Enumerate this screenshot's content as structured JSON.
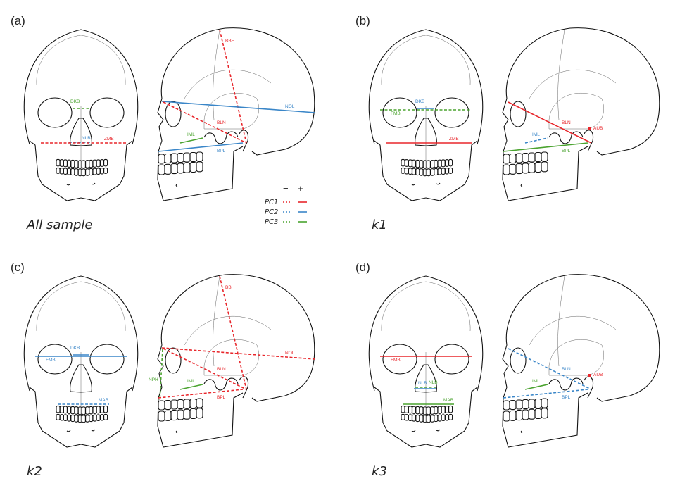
{
  "colors": {
    "PC1": "#e8262b",
    "PC2": "#3a86c8",
    "PC3": "#4aa32f"
  },
  "legend": {
    "minus": "−",
    "plus": "+",
    "rows": [
      {
        "pc": "PC1",
        "label": "PC1"
      },
      {
        "pc": "PC2",
        "label": "PC2"
      },
      {
        "pc": "PC3",
        "label": "PC3"
      }
    ]
  },
  "panels": [
    {
      "letter": "(a)",
      "caption": "All sample",
      "show_legend": true,
      "measurements": [
        {
          "label": "DKB",
          "view": "front",
          "pc": "PC3",
          "sign": "-"
        },
        {
          "label": "NLB",
          "view": "front",
          "pc": "PC2",
          "sign": "-"
        },
        {
          "label": "ZMB",
          "view": "front",
          "pc": "PC1",
          "sign": "-"
        },
        {
          "label": "BBH",
          "view": "lateral",
          "pc": "PC1",
          "sign": "-"
        },
        {
          "label": "NOL",
          "view": "lateral",
          "pc": "PC2",
          "sign": "+"
        },
        {
          "label": "BLN",
          "view": "lateral",
          "pc": "PC1",
          "sign": "-"
        },
        {
          "label": "IML",
          "view": "lateral",
          "pc": "PC3",
          "sign": "+"
        },
        {
          "label": "BPL",
          "view": "lateral",
          "pc": "PC2",
          "sign": "+"
        }
      ]
    },
    {
      "letter": "(b)",
      "caption": "k1",
      "show_legend": false,
      "measurements": [
        {
          "label": "DKB",
          "view": "front",
          "pc": "PC2",
          "sign": "+"
        },
        {
          "label": "FMB",
          "view": "front",
          "pc": "PC3",
          "sign": "-"
        },
        {
          "label": "ZMB",
          "view": "front",
          "pc": "PC1",
          "sign": "+"
        },
        {
          "label": "BLN",
          "view": "lateral",
          "pc": "PC1",
          "sign": "+"
        },
        {
          "label": "AUB",
          "view": "lateral",
          "pc": "PC1",
          "sign": "+"
        },
        {
          "label": "IML",
          "view": "lateral",
          "pc": "PC2",
          "sign": "-"
        },
        {
          "label": "BPL",
          "view": "lateral",
          "pc": "PC3",
          "sign": "+"
        }
      ]
    },
    {
      "letter": "(c)",
      "caption": "k2",
      "show_legend": false,
      "measurements": [
        {
          "label": "DKB",
          "view": "front",
          "pc": "PC2",
          "sign": "+"
        },
        {
          "label": "FMB",
          "view": "front",
          "pc": "PC2",
          "sign": "+"
        },
        {
          "label": "MAB",
          "view": "front",
          "pc": "PC2",
          "sign": "-"
        },
        {
          "label": "BBH",
          "view": "lateral",
          "pc": "PC1",
          "sign": "-"
        },
        {
          "label": "NOL",
          "view": "lateral",
          "pc": "PC1",
          "sign": "-"
        },
        {
          "label": "BLN",
          "view": "lateral",
          "pc": "PC1",
          "sign": "-"
        },
        {
          "label": "NPH",
          "view": "lateral",
          "pc": "PC3",
          "sign": "-"
        },
        {
          "label": "IML",
          "view": "lateral",
          "pc": "PC3",
          "sign": "+"
        },
        {
          "label": "BPL",
          "view": "lateral",
          "pc": "PC1",
          "sign": "-"
        }
      ]
    },
    {
      "letter": "(d)",
      "caption": "k3",
      "show_legend": false,
      "measurements": [
        {
          "label": "FMB",
          "view": "front",
          "pc": "PC1",
          "sign": "+"
        },
        {
          "label": "NLB",
          "view": "front",
          "pc": "PC2",
          "sign": "+"
        },
        {
          "label": "NLB",
          "view": "front2",
          "pc": "PC3",
          "sign": "-"
        },
        {
          "label": "MAB",
          "view": "front",
          "pc": "PC3",
          "sign": "+"
        },
        {
          "label": "BLN",
          "view": "lateral",
          "pc": "PC2",
          "sign": "-"
        },
        {
          "label": "AUB",
          "view": "lateral",
          "pc": "PC1",
          "sign": "+"
        },
        {
          "label": "IML",
          "view": "lateral",
          "pc": "PC3",
          "sign": "+"
        },
        {
          "label": "BPL",
          "view": "lateral",
          "pc": "PC2",
          "sign": "-"
        }
      ]
    }
  ]
}
